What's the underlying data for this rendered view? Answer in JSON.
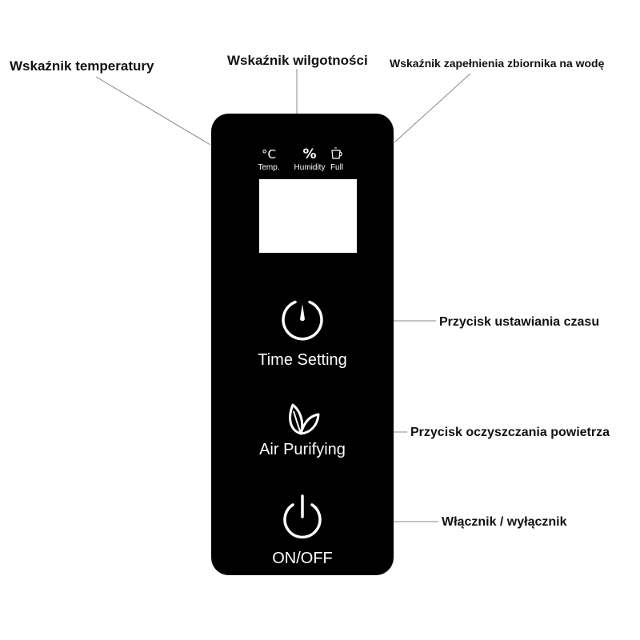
{
  "callouts": {
    "temperature_indicator": "Wskaźnik temperatury",
    "humidity_indicator": "Wskaźnik wilgotności",
    "tank_full_indicator": "Wskaźnik zapełnienia zbiornika na wodę",
    "time_setting_button": "Przycisk ustawiania czasu",
    "air_purifying_button": "Przycisk oczyszczania powietrza",
    "power_switch": "Włącznik / wyłącznik"
  },
  "panel": {
    "indicators": {
      "temp": {
        "symbol": "°C",
        "label": "Temp.",
        "icon": "celsius-icon"
      },
      "humidity": {
        "symbol": "%",
        "label": "Humidity",
        "icon": "percent-icon"
      },
      "full": {
        "symbol": "",
        "label": "Full",
        "icon": "water-tank-icon"
      }
    },
    "buttons": {
      "time_setting": {
        "label": "Time Setting",
        "icon": "timer-icon"
      },
      "air_purifying": {
        "label": "Air Purifying",
        "icon": "leaf-icon"
      },
      "power": {
        "label": "ON/OFF",
        "icon": "power-icon"
      }
    }
  },
  "colors": {
    "panel": "#000000",
    "panel_text": "#ffffff",
    "screen": "#ffffff",
    "leader_line": "#888888",
    "callout_text": "#111111"
  }
}
